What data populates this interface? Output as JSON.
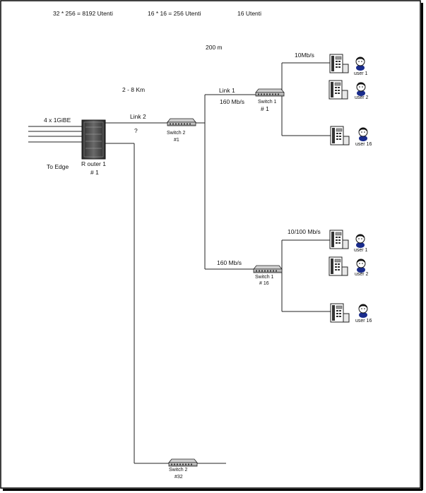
{
  "header": {
    "total_users": "32 * 256 = 8192 Utenti",
    "per_switch2_users": "16 * 16 = 256 Utenti",
    "per_switch1_users": "16  Utenti"
  },
  "labels": {
    "distance_short": "200 m",
    "distance_long": "2 - 8 Km",
    "link1": "Link 1",
    "link1_speed": "160 Mb/s",
    "link2": "Link 2",
    "link2_speed": "?",
    "edge_ports": "4 x 1GiBE",
    "to_edge": "To Edge",
    "access_speed_top": "10Mb/s",
    "access_speed_bottom": "10/100 Mb/s",
    "link16_speed": "160 Mb/s"
  },
  "devices": {
    "router": {
      "name": "R outer 1",
      "index": "# 1"
    },
    "switch2_first": {
      "name": "Switch 2",
      "index": "#1"
    },
    "switch2_last": {
      "name": "Switch 2",
      "index": "#32"
    },
    "switch1_first": {
      "name": "Switch 1",
      "index": "# 1"
    },
    "switch1_last": {
      "name": "Switch 1",
      "index": "# 16"
    }
  },
  "users": {
    "group_top": [
      "user 1",
      "user 2",
      "user 16"
    ],
    "group_bottom": [
      "user 1",
      "user 2",
      "user 16"
    ]
  },
  "icons": {
    "router": "router-icon",
    "switch": "switch-icon",
    "phone": "ip-phone-icon",
    "user": "user-avatar-icon"
  }
}
